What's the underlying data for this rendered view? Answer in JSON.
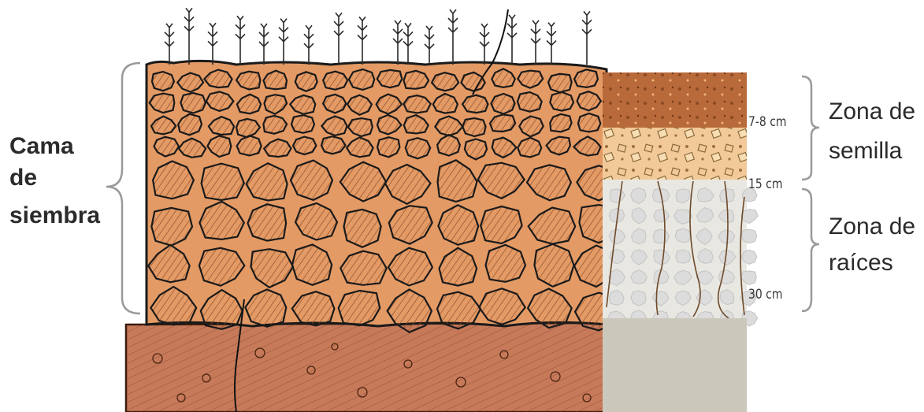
{
  "labels": {
    "seedbed": [
      "Cama",
      "de",
      "siembra"
    ],
    "seed_zone": [
      "Zona de",
      "semilla"
    ],
    "root_zone": [
      "Zona de",
      "raíces"
    ]
  },
  "depth_marks": [
    "7-8 cm",
    "15 cm",
    "30 cm"
  ],
  "colors": {
    "clod": "#e39a65",
    "clod_hatch": "#8a4a28",
    "subsoil": "#c77a5a",
    "topsoil_band": "#b96a3a",
    "seed_band": "#f2c999",
    "root_band": "#e9e7e1",
    "bottom_band": "#cbc8bb",
    "bracket": "#9a9a9a"
  }
}
